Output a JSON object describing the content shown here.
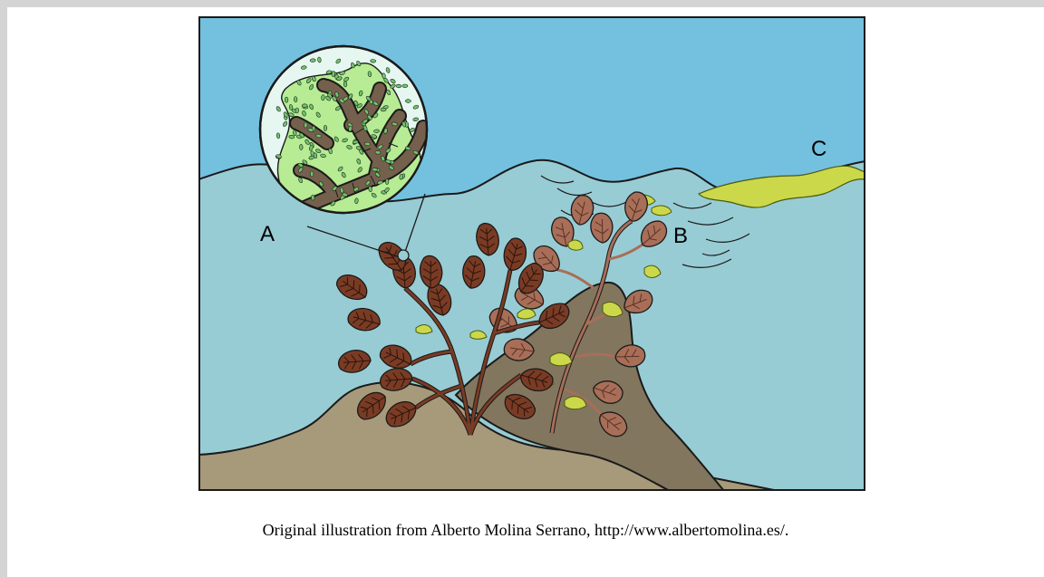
{
  "figure": {
    "labels": {
      "a": "A",
      "b": "B",
      "c": "C"
    },
    "caption": "Original illustration from Alberto Molina Serrano, http://www.albertomolina.es/."
  },
  "colors": {
    "sky": "#74c0df",
    "water": "#98ccd4",
    "seabed": "#a69a7b",
    "rock": "#83765e",
    "seaweed_dark": "#7a3b24",
    "seaweed_light": "#a86e58",
    "algae": "#cbd84a",
    "magnifier": "#e6f7f2",
    "cell": "#6fc56a"
  }
}
